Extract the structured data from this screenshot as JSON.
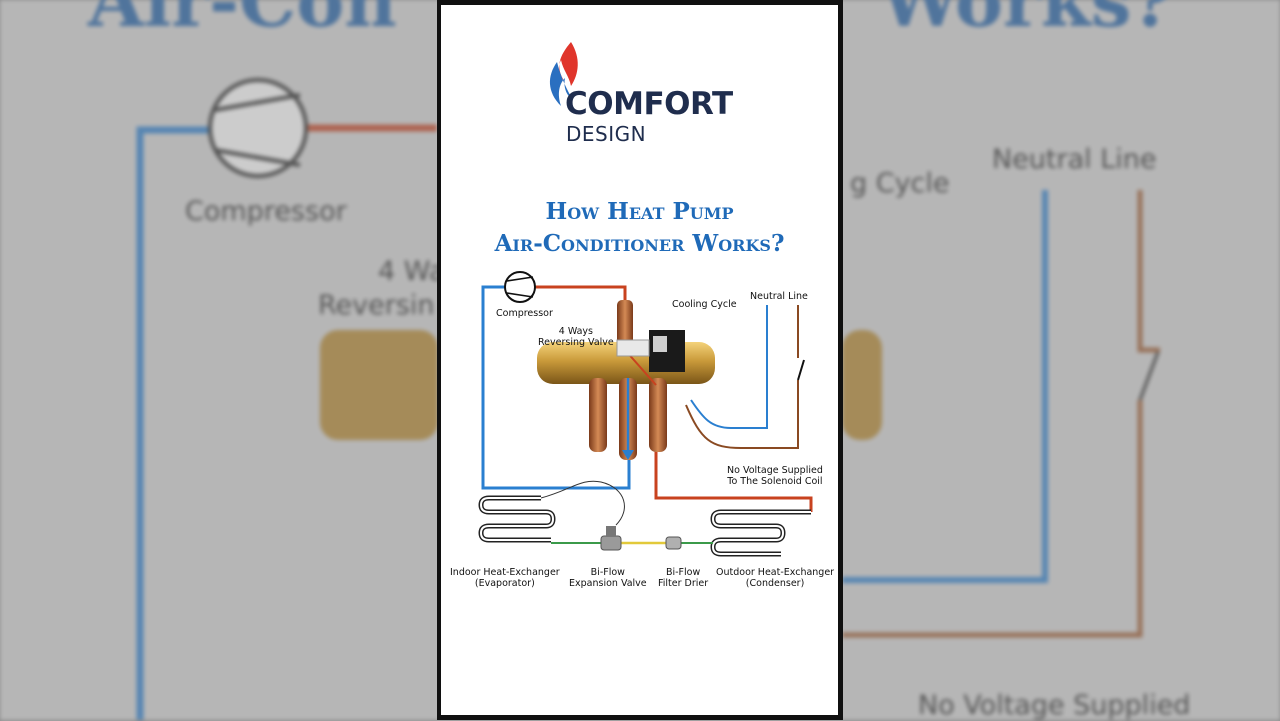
{
  "brand": {
    "name": "COMFORT",
    "subtitle": "DESIGN"
  },
  "title": {
    "line1": "How Heat Pump",
    "line2": "Air-Conditioner Works?"
  },
  "labels": {
    "compressor": "Compressor",
    "cooling_cycle": "Cooling Cycle",
    "neutral_line": "Neutral  Line",
    "valve_line1": "4 Ways",
    "valve_line2": "Reversing Valve",
    "no_voltage_line1": "No Voltage Supplied",
    "no_voltage_line2": "To The Solenoid Coil",
    "indoor_line1": "Indoor Heat-Exchanger",
    "indoor_line2": "(Evaporator)",
    "expansion_line1": "Bi-Flow",
    "expansion_line2": "Expansion  Valve",
    "filter_line1": "Bi-Flow",
    "filter_line2": "Filter Drier",
    "outdoor_line1": "Outdoor Heat-Exchanger",
    "outdoor_line2": "(Condenser)"
  },
  "background": {
    "title_fragment_left": "Air-Con",
    "title_fragment_right": "Works?",
    "compressor": "Compressor",
    "cooling_cycle": "g Cycle",
    "neutral_line": "Neutral  Line",
    "valve_line1": "4 Wa",
    "valve_line2": "Reversin",
    "no_voltage": "No Voltage Supplied"
  },
  "colors": {
    "pipe_blue": "#2a7fd0",
    "pipe_red": "#c8421f",
    "copper": "#b86a3a",
    "brass": "#c99a3a",
    "title_blue": "#1f6ab8",
    "brand_navy": "#1f2d4d",
    "flame_red": "#e0352b",
    "flame_blue": "#2a6fc0"
  }
}
